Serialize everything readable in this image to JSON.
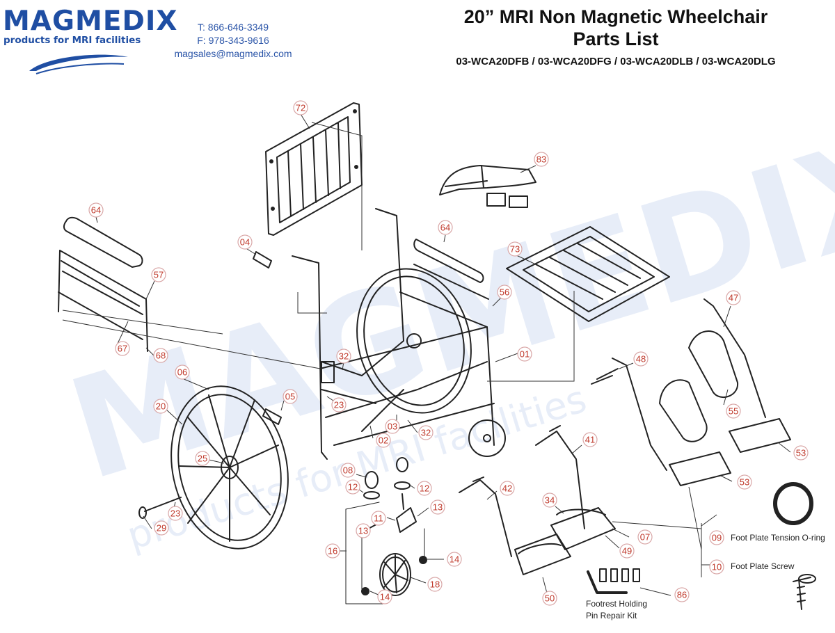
{
  "brand": {
    "logo_text": "MAGMEDIX",
    "tagline": "products for MRI facilities",
    "watermark": "MAGMEDIX",
    "watermark_tagline": "products for MRI facilities",
    "colors": {
      "primary": "#1f4ea3",
      "callout": "#c0392b",
      "watermark": "#e7edf8"
    }
  },
  "contact": {
    "phone": "T: 866-646-3349",
    "fax": "F: 978-343-9616",
    "email": "magsales@magmedix.com"
  },
  "title": {
    "line1": "20” MRI Non Magnetic Wheelchair",
    "line2": "Parts List",
    "models": "03-WCA20DFB / 03-WCA20DFG / 03-WCA20DLB / 03-WCA20DLG"
  },
  "parts": [
    "72",
    "83",
    "64",
    "64",
    "04",
    "57",
    "73",
    "56",
    "47",
    "67",
    "68",
    "32",
    "01",
    "48",
    "06",
    "23",
    "05",
    "20",
    "03",
    "32",
    "02",
    "41",
    "55",
    "53",
    "25",
    "08",
    "12",
    "12",
    "42",
    "13",
    "53",
    "34",
    "11",
    "13",
    "23",
    "07",
    "09",
    "29",
    "16",
    "49",
    "14",
    "10",
    "18",
    "14",
    "50",
    "86"
  ],
  "notes": {
    "part_09": "Foot Plate Tension O-ring",
    "part_10": "Foot Plate Screw",
    "kit_line1": "Footrest Holding",
    "kit_line2": "Pin Repair Kit"
  }
}
